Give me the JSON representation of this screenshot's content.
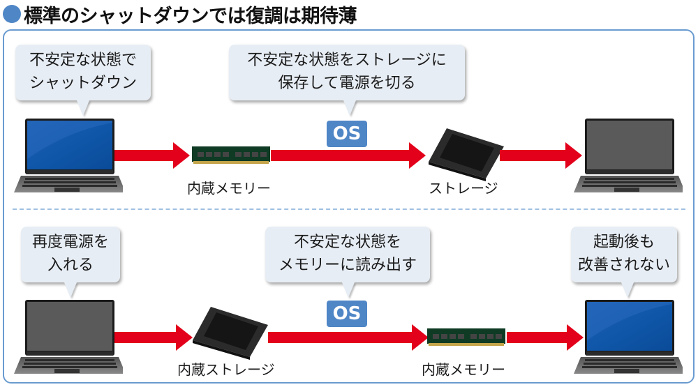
{
  "title": "標準のシャットダウンでは復調は期待薄",
  "colors": {
    "accent": "#4f86c6",
    "arrow": "#e3001b",
    "frame": "#6a9bd0",
    "bubble": "#e7edf4"
  },
  "top_flow": {
    "bubble_laptop": [
      "不安定な状態で",
      "シャットダウン"
    ],
    "bubble_os": [
      "不安定な状態をストレージに",
      "保存して電源を切る"
    ],
    "os_badge": "OS",
    "memory_label": "内蔵メモリー",
    "storage_label": "ストレージ",
    "start_laptop_screen": "on",
    "end_laptop_screen": "off"
  },
  "bottom_flow": {
    "bubble_laptop": [
      "再度電源を",
      "入れる"
    ],
    "bubble_os": [
      "不安定な状態を",
      "メモリーに読み出す"
    ],
    "bubble_end": [
      "起動後も",
      "改善されない"
    ],
    "os_badge": "OS",
    "storage_label": "内蔵ストレージ",
    "memory_label": "内蔵メモリー",
    "start_laptop_screen": "off",
    "end_laptop_screen": "on"
  }
}
